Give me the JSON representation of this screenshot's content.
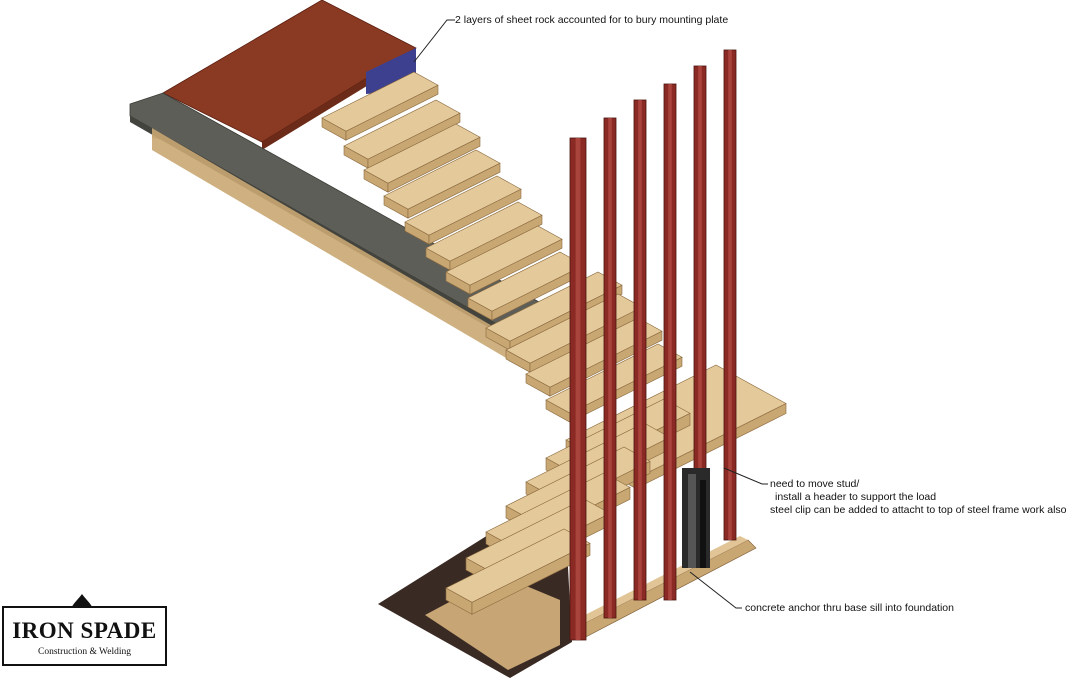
{
  "annotations": {
    "sheet_rock": "2 layers of sheet rock accounted for to bury mounting plate",
    "stud_line1": "need to move stud/",
    "stud_line2": "install a header to support the load",
    "stud_line3": "steel clip can be added to attacht to top of steel frame work also",
    "anchor": "concrete anchor thru base sill into foundation"
  },
  "logo": {
    "title": "IRON SPADE",
    "subtitle": "Construction & Welding"
  },
  "colors": {
    "wood_top": "#e4c99b",
    "wood_side": "#c9a773",
    "floor_wood": "#8a3a22",
    "steel_beam": "#5e5e58",
    "post": "#8b2a25",
    "dark_floor": "#3a2a24",
    "steel_clip": "#2a2a2a",
    "sheet_rock": "#3d3f8f"
  }
}
